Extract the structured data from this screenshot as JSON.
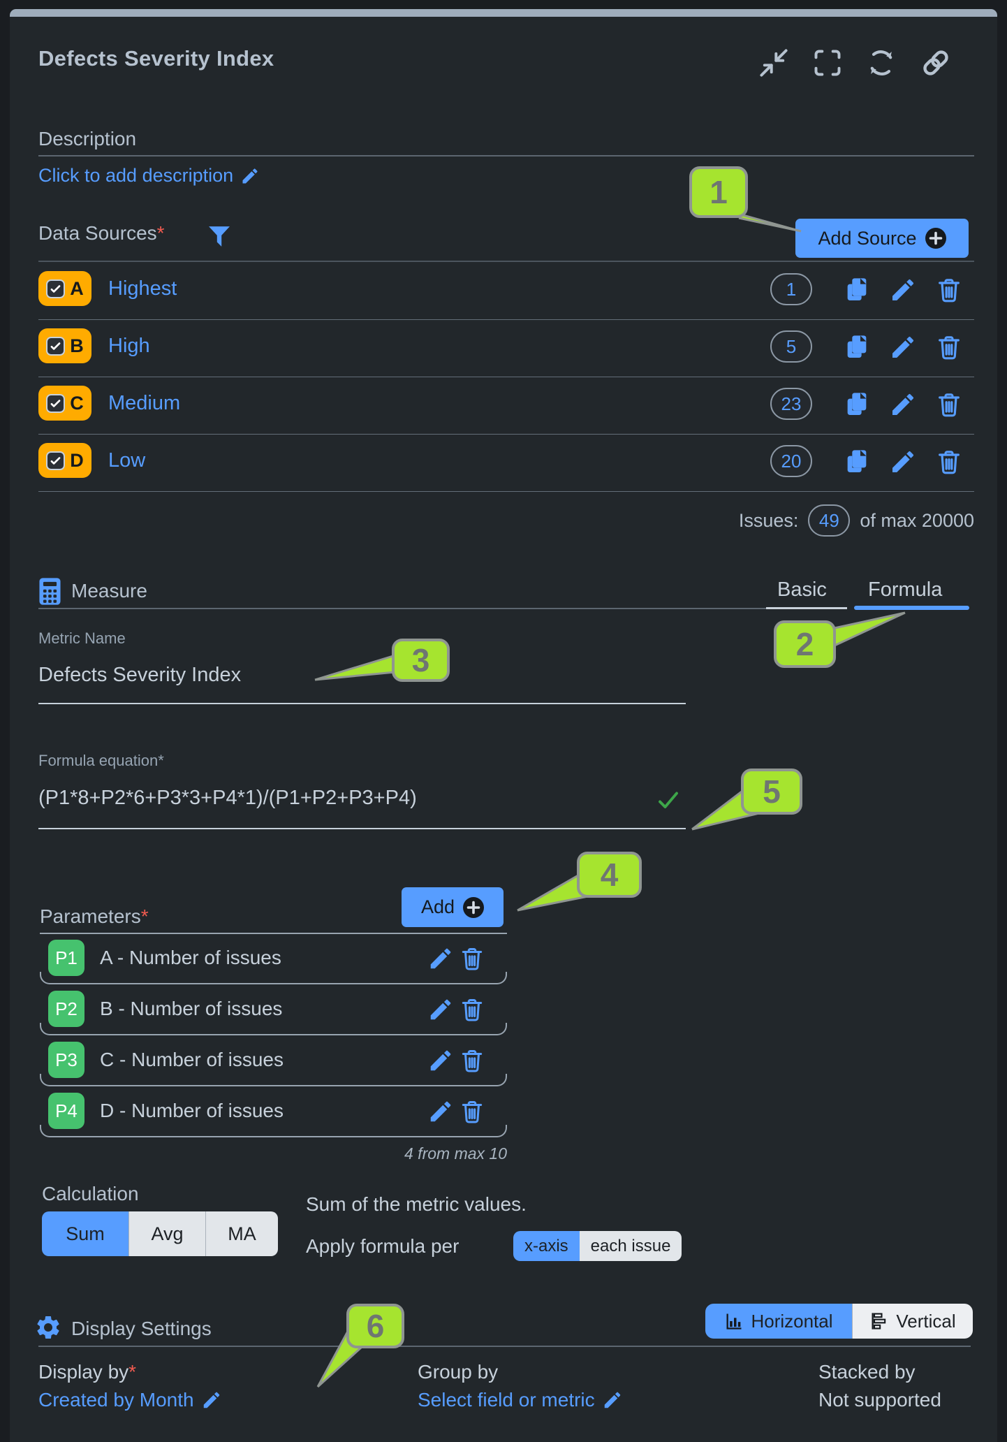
{
  "window": {
    "title": "Defects Severity Index"
  },
  "header": {
    "icons": [
      "collapse-icon",
      "fullscreen-icon",
      "refresh-icon",
      "link-icon"
    ]
  },
  "description": {
    "label": "Description",
    "add_link": "Click to add description"
  },
  "data_sources": {
    "label": "Data Sources",
    "required_mark": "*",
    "filter_icon": "funnel-icon",
    "add_source_button": "Add Source",
    "rows": [
      {
        "letter": "A",
        "name": "Highest",
        "count": "1",
        "checked": true
      },
      {
        "letter": "B",
        "name": "High",
        "count": "5",
        "checked": true
      },
      {
        "letter": "C",
        "name": "Medium",
        "count": "23",
        "checked": true
      },
      {
        "letter": "D",
        "name": "Low",
        "count": "20",
        "checked": true
      }
    ],
    "issues_label": "Issues:",
    "issues_count": "49",
    "issues_suffix": "of max 20000"
  },
  "measure": {
    "label": "Measure",
    "icon": "calculator-icon",
    "tabs": {
      "basic": "Basic",
      "formula": "Formula",
      "active": "Formula"
    },
    "metric_name": {
      "label": "Metric Name",
      "value": "Defects Severity Index"
    },
    "formula": {
      "label": "Formula equation*",
      "value": "(P1*8+P2*6+P3*3+P4*1)/(P1+P2+P3+P4)",
      "valid_icon": "check-icon"
    },
    "parameters": {
      "label": "Parameters",
      "required_mark": "*",
      "add_button": "Add",
      "rows": [
        {
          "badge": "P1",
          "name": "A - Number of issues"
        },
        {
          "badge": "P2",
          "name": "B - Number of issues"
        },
        {
          "badge": "P3",
          "name": "C - Number of issues"
        },
        {
          "badge": "P4",
          "name": "D - Number of issues"
        }
      ],
      "counter": "4 from max 10"
    },
    "calculation": {
      "label": "Calculation",
      "options": [
        "Sum",
        "Avg",
        "MA"
      ],
      "selected": "Sum",
      "description": "Sum of the metric values.",
      "apply_label": "Apply formula per",
      "apply_options": [
        "x-axis",
        "each issue"
      ],
      "apply_selected": "x-axis"
    }
  },
  "display_settings": {
    "label": "Display Settings",
    "icon": "gear-icon",
    "orientation": {
      "options": [
        "Horizontal",
        "Vertical"
      ],
      "selected": "Horizontal"
    },
    "display_by": {
      "label": "Display by",
      "required_mark": "*",
      "value": "Created by Month"
    },
    "group_by": {
      "label": "Group by",
      "value": "Select field or metric"
    },
    "stacked_by": {
      "label": "Stacked by",
      "value": "Not supported"
    }
  },
  "callouts": {
    "labels": [
      "1",
      "2",
      "3",
      "4",
      "5",
      "6"
    ]
  },
  "colors": {
    "accent_blue": "#579DFF",
    "source_badge_orange": "#FFAB00",
    "parameter_badge_green": "#46C26E",
    "callout_green": "#A6E42F",
    "valid_check_green": "#3DA649",
    "required_red": "#F15B50",
    "panel_bg": "#22272B",
    "top_strip": "#9FADBC"
  }
}
